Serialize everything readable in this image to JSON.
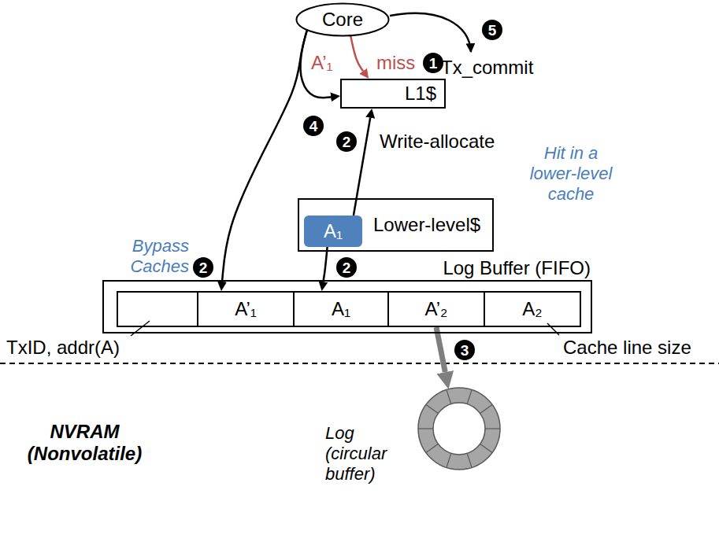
{
  "diagram": {
    "nodes": [
      {
        "text": [
          "Core"
        ]
      },
      {
        "text": [
          "L1$"
        ]
      },
      {
        "text": [
          "Lower-level$"
        ]
      },
      {
        "text": [
          "A₁"
        ],
        "in": 2
      },
      {
        "text": [
          "Log Buffer (FIFO)"
        ]
      },
      {
        "text": [
          "A’₁"
        ],
        "in": 4
      },
      {
        "text": [
          "A₁"
        ],
        "in": 4
      },
      {
        "text": [
          "A’₂"
        ],
        "in": 4
      },
      {
        "text": [
          "A₂"
        ],
        "in": 4
      },
      {
        "text": [
          "Log (circular buffer)"
        ]
      }
    ],
    "edges": [
      {
        "from": 0,
        "to": 1,
        "arrow": "to"
      },
      {
        "from": 0,
        "to": 1,
        "arrow": "to"
      },
      {
        "from": 0,
        "to": 5,
        "arrow": "to"
      },
      {
        "from": 3,
        "to": 1,
        "arrow": "to"
      },
      {
        "from": 3,
        "to": 6,
        "arrow": "to"
      },
      {
        "from": 7,
        "to": 9,
        "arrow": "to"
      }
    ],
    "labels": [
      "A’₁",
      "miss",
      "1",
      "5",
      "Tx_commit",
      "4",
      "2",
      "Write-allocate",
      "Hit in a lower-level cache",
      "Bypass Caches",
      "2",
      "2",
      "TxID, addr(A)",
      "Cache line size",
      "3",
      "NVRAM (Nonvolatile)"
    ]
  }
}
